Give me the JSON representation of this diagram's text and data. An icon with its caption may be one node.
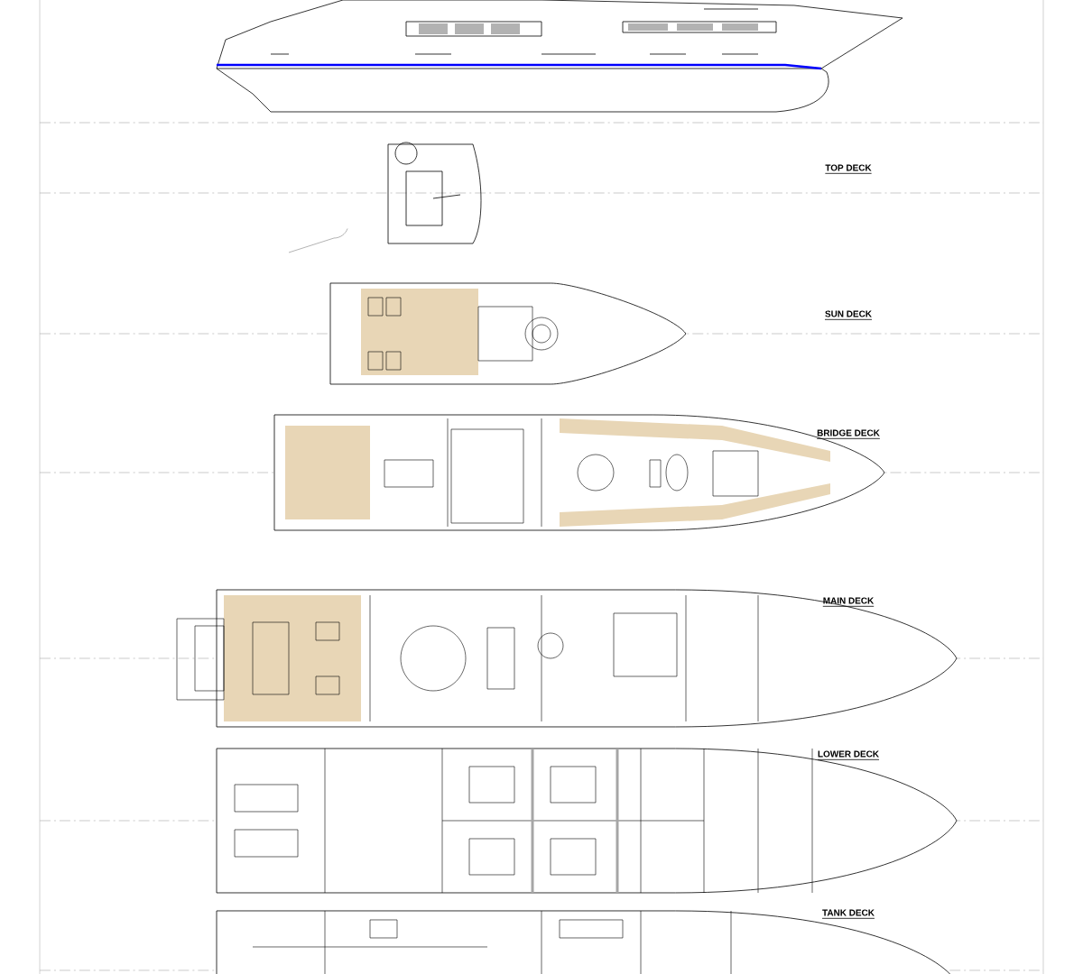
{
  "diagram": {
    "labels": [
      "TOP DECK",
      "SUN DECK",
      "BRIDGE DECK",
      "MAIN DECK",
      "LOWER DECK",
      "TANK DECK"
    ]
  }
}
